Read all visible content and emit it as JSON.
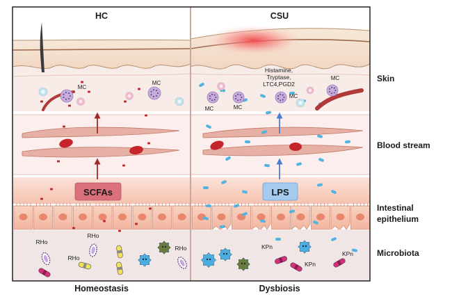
{
  "headers": {
    "left": "HC",
    "right": "CSU"
  },
  "footers": {
    "left": "Homeostasis",
    "right": "Dysbiosis"
  },
  "layers": {
    "skin": "Skin",
    "blood": "Blood stream",
    "epithelium_line1": "Intestinal",
    "epithelium_line2": "epithelium",
    "microbiota": "Microbiota"
  },
  "metabolites": {
    "left": "SCFAs",
    "right": "LPS"
  },
  "mediators": {
    "line1": "Histamine,",
    "line2": "Tryptase,",
    "line3": "LTC4,PGD2"
  },
  "cells": {
    "mast": "MC"
  },
  "bacteria": {
    "left": "RHo",
    "right": "KPn"
  },
  "colors": {
    "frame": "#222222",
    "divider": "#c9a8a0",
    "skin_top": "#f1dcc9",
    "skin_dermis": "#f6e7de",
    "blood_bg": "#fbeceb",
    "vessel": "#e3a79c",
    "rbc": "#c4262b",
    "gut_band": "#f6cbbd",
    "epithelium": "#f4c4b0",
    "nucleus": "#e8866e",
    "microbiota_bg": "#efe4e4",
    "scfa_box": "#d9707a",
    "lps_box": "#9fc6ea",
    "lps_particle": "#52b2e0",
    "scfa_particle": "#c3262b",
    "mast_cell": "#c6addb",
    "arrow_left": "#9e2b2b",
    "arrow_right": "#4a7fd0",
    "inflammation": "#f25a5a"
  }
}
